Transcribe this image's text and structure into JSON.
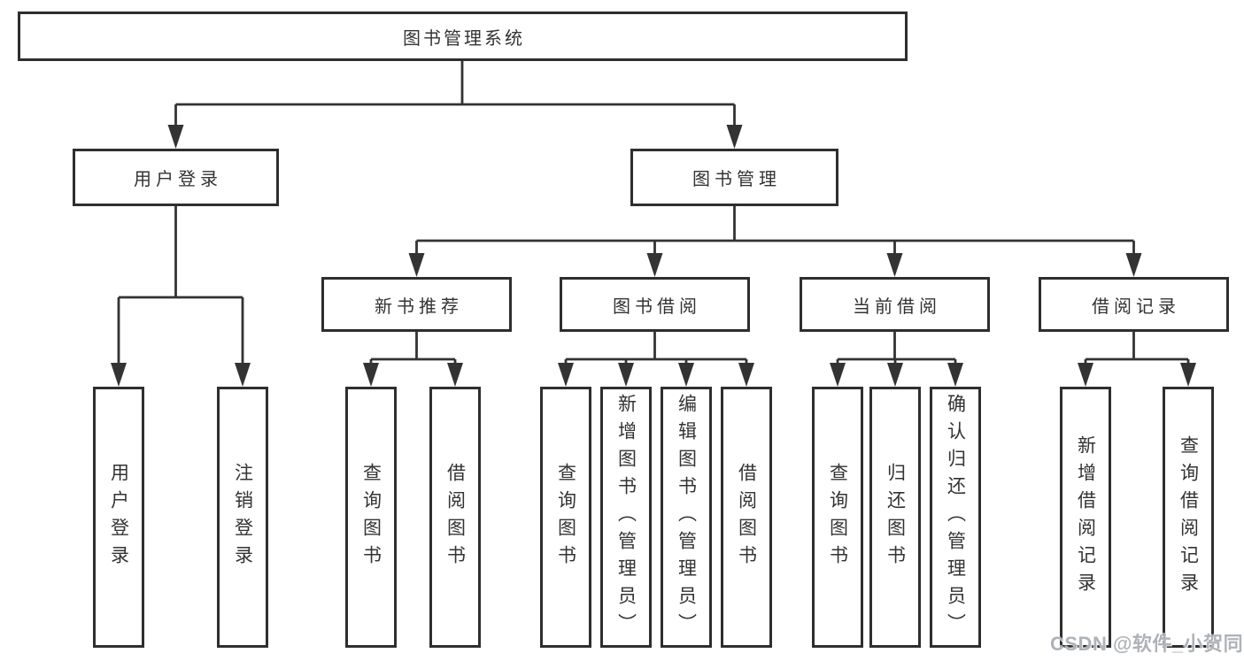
{
  "tree": {
    "label": "图书管理系统",
    "children": [
      {
        "label": "用户登录",
        "children": [
          {
            "label": "用户登录"
          },
          {
            "label": "注销登录"
          }
        ]
      },
      {
        "label": "图书管理",
        "children": [
          {
            "label": "新书推荐",
            "children": [
              {
                "label": "查询图书"
              },
              {
                "label": "借阅图书"
              }
            ]
          },
          {
            "label": "图书借阅",
            "children": [
              {
                "label": "查询图书"
              },
              {
                "label": "新增图书（管理员）"
              },
              {
                "label": "编辑图书（管理员）"
              },
              {
                "label": "借阅图书"
              }
            ]
          },
          {
            "label": "当前借阅",
            "children": [
              {
                "label": "查询图书"
              },
              {
                "label": "归还图书"
              },
              {
                "label": "确认归还（管理员）"
              }
            ]
          },
          {
            "label": "借阅记录",
            "children": [
              {
                "label": "新增借阅记录"
              },
              {
                "label": "查询借阅记录"
              }
            ]
          }
        ]
      }
    ]
  },
  "watermark": {
    "text": "CSDN @软件_小贺同学"
  },
  "colors": {
    "line": "#333333",
    "box_border": "#2e2e2e",
    "box_fill": "#ffffff",
    "text": "#333333",
    "watermark": "#aeb3b8",
    "background": "#ffffff"
  }
}
